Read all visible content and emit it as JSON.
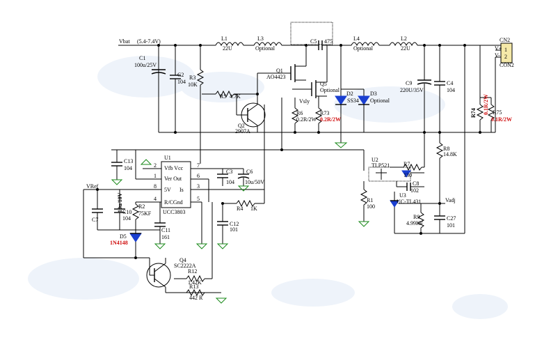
{
  "labels": {
    "vbat": "Vbat",
    "vbat_range": "(5.4-7.4V)",
    "l1": "L1",
    "l1_value": "22U",
    "l3": "L3",
    "l3_value": "Optional",
    "c5": "C5",
    "c5_value": "475",
    "l4": "L4",
    "l4_value": "Optional",
    "l2": "L2",
    "l2_value": "22U",
    "cn2": "CN2",
    "cn2_pin_a": "V+",
    "cn2_pin_b": "V-",
    "cn2_pin1": "1",
    "cn2_pin2": "2",
    "con2": "CON2",
    "c1": "C1",
    "c1_value": "100u/25V",
    "c2": "C2",
    "c2_value": "104",
    "r3": "R3",
    "r3_value": "10K",
    "q1": "Q1",
    "q1_value": "AO4423",
    "q5": "Q5",
    "q5_value": "Optional",
    "r5": "R5",
    "r5_value": "4.7K",
    "vsly": "Vsly",
    "q2": "Q2",
    "q2_value": "2907A",
    "r6": "R6",
    "r6_value": "0.2R/2W",
    "r73": "R73",
    "r73_value": "0.2R/2W",
    "d2": "D2",
    "d2_value": "SS34",
    "d3": "D3",
    "d3_value": "Optional",
    "c9": "C9",
    "c9_value": "220U/35V",
    "c4": "C4",
    "c4_value": "104",
    "r74": "R74",
    "r74_value": "0.1R/2W",
    "r75": "R75",
    "r75_value": "0.1R/2W",
    "c13": "C13",
    "c13_value": "104",
    "u1": "U1",
    "u1_pin_vfb_vcc": "Vfb Vcc",
    "u1_pin_vcr_out": "Ver Out",
    "u1_pin_5v": "5V",
    "u1_pin_is": "Is",
    "u1_pin_rcgnd": "R/CGnd",
    "u1_part": "UCC3803",
    "u1_pin2": "2",
    "u1_pin1": "1",
    "u1_pin8": "8",
    "u1_pin4": "4",
    "u1_pin7": "7",
    "u1_pin6": "6",
    "u1_pin3": "3",
    "u1_pin5": "5",
    "c3": "C3",
    "c3_value": "104",
    "c6": "C6",
    "c6_value": "10u/50V",
    "r4": "R4",
    "r4_value": "1K",
    "c12": "C12",
    "c12_value": "101",
    "vref": "VRef",
    "c7": "C7",
    "c7_value": "10u/10V",
    "c10": "C10",
    "c10_value": "104",
    "r2": "R2",
    "r2_value": "75KF",
    "c11": "C11",
    "c11_value": "161",
    "d5": "D5",
    "d5_value": "1N4148",
    "q4": "Q4",
    "q4_value": "SC2222A",
    "r12": "R12",
    "r12_value": "1.42K",
    "r13": "R13",
    "r13_value": "442 R",
    "u2": "U2",
    "u2_value": "TLP521",
    "r7": "R7",
    "r7_value": "130",
    "c8": "C8",
    "c8_value": "102",
    "r1": "R1",
    "r1_value": "100",
    "u3": "U3",
    "u3_value": "UC-TL431",
    "r8": "R8",
    "r8_value": "14.8K",
    "vadj": "Vadj",
    "r9": "R9",
    "r9_value": "4.99KF",
    "c27": "C27",
    "c27_value": "101"
  },
  "colors": {
    "wire": "#000000",
    "diode": "#1a3fd0",
    "ground": "#1a8a1a",
    "highlight": "#d01010",
    "connector": "#f5e9a8"
  }
}
